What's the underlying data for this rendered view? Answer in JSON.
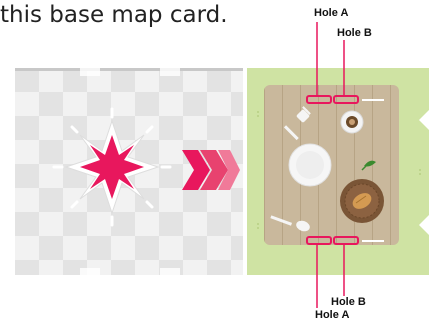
{
  "caption": "this base map card.",
  "holes": {
    "top_a": "Hole A",
    "top_b": "Hole B",
    "bottom_b": "Hole B",
    "bottom_a": "Hole A"
  },
  "colors": {
    "checker_light": "#f1f1f1",
    "checker_dark": "#e2e2e2",
    "card_green": "#cde3a0",
    "table_wood": "#c8b69a",
    "star_pink": "#e8175d",
    "arrow_pink": "#e8175d",
    "hole_red": "#e8175d",
    "label_text": "#111111"
  },
  "icons": [
    "star-burst-icon",
    "chevron-arrows-icon",
    "fork-icon",
    "spoon-icon",
    "plate-icon",
    "coffee-cup-icon",
    "bread-basket-icon",
    "herb-leaf-icon"
  ]
}
